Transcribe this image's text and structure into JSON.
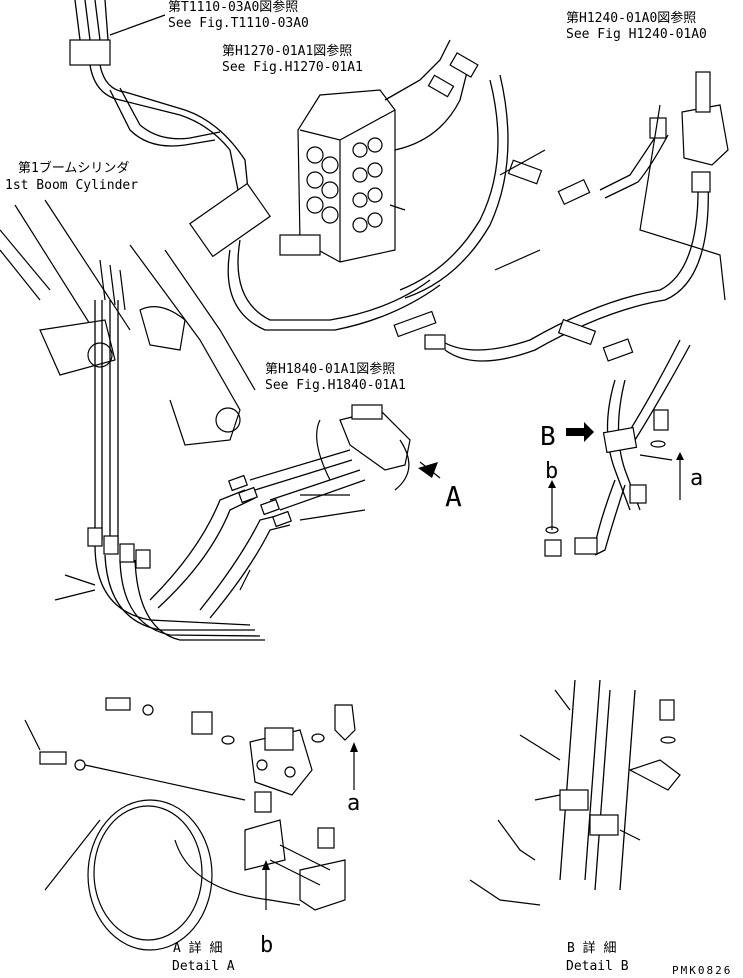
{
  "refs": {
    "t1110_jp": "第T1110-03A0図参照",
    "t1110_en": "See Fig.T1110-03A0",
    "h1270_jp": "第H1270-01A1図参照",
    "h1270_en": "See Fig.H1270-01A1",
    "h1240_jp": "第H1240-01A0図参照",
    "h1240_en": "See Fig H1240-01A0",
    "h1840_jp": "第H1840-01A1図参照",
    "h1840_en": "See Fig.H1840-01A1"
  },
  "labels": {
    "boom_jp": "第1ブームシリンダ",
    "boom_en": "1st Boom Cylinder",
    "view_a": "A",
    "view_b": "B",
    "small_a": "a",
    "small_b": "b",
    "detail_a_small_a": "a",
    "detail_a_small_b": "b",
    "detail_a_jp": "A 詳 細",
    "detail_a_en": "Detail A",
    "detail_b_jp": "B 詳 細",
    "detail_b_en": "Detail B",
    "drawing_code": "PMK0826"
  },
  "colors": {
    "ink": "#000000",
    "paper": "#ffffff"
  }
}
